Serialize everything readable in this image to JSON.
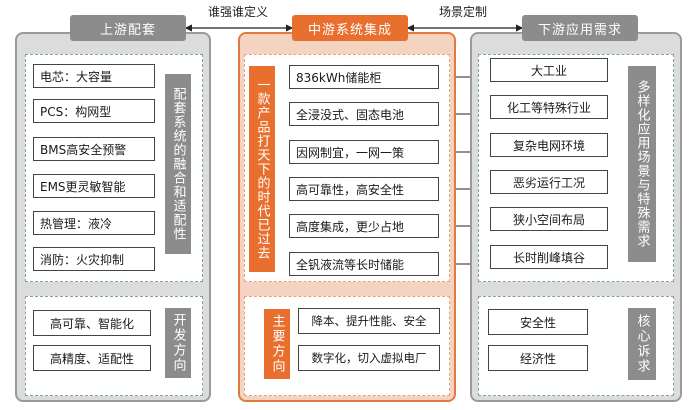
{
  "connectors": {
    "left": "谁强谁定义",
    "right": "场景定制"
  },
  "upstream": {
    "title": "上游配套",
    "items": [
      "电芯：大容量",
      "PCS：构网型",
      "BMS高安全预警",
      "EMS更灵敏智能",
      "热管理：液冷",
      "消防：火灾抑制"
    ],
    "side_label": "配套系统的融合和适配性",
    "dev_items": [
      "高可靠、智能化",
      "高精度、适配性"
    ],
    "dev_label": "开发方向"
  },
  "midstream": {
    "title": "中游系统集成",
    "side_label": "一款产品打天下的时代已过去",
    "items": [
      "836kWh储能柜",
      "全浸没式、固态电池",
      "因网制宜，一网一策",
      "高可靠性，高安全性",
      "高度集成，更少占地",
      "全钒液流等长时储能"
    ],
    "main_label": "主要方向",
    "main_items": [
      "降本、提升性能、安全",
      "数字化，切入虚拟电厂"
    ]
  },
  "downstream": {
    "title": "下游应用需求",
    "items": [
      "大工业",
      "化工等特殊行业",
      "复杂电网环境",
      "恶劣运行工况",
      "狭小空间布局",
      "长时削峰填谷"
    ],
    "side_label": "多样化应用场景与特殊需求",
    "core_items": [
      "安全性",
      "经济性"
    ],
    "core_label": "核心诉求"
  }
}
